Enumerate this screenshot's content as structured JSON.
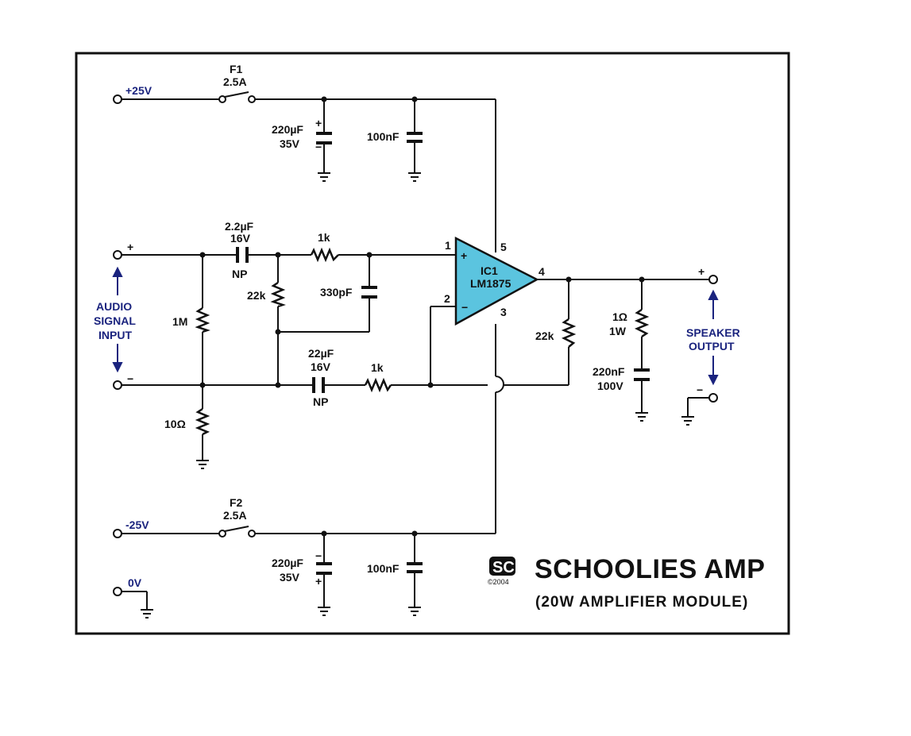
{
  "supply": {
    "pos_label": "+25V",
    "neg_label": "-25V",
    "zero_label": "0V"
  },
  "fuses": [
    {
      "name": "F1",
      "rating": "2.5A"
    },
    {
      "name": "F2",
      "rating": "2.5A"
    }
  ],
  "caps": {
    "c_pos_elec": {
      "value": "220µF",
      "voltage": "35V"
    },
    "c_pos_film": {
      "value": "100nF"
    },
    "c_neg_elec": {
      "value": "220µF",
      "voltage": "35V"
    },
    "c_neg_film": {
      "value": "100nF"
    },
    "c_in": {
      "value": "2.2µF",
      "voltage": "16V",
      "type": "NP"
    },
    "c_fb": {
      "value": "22µF",
      "voltage": "16V",
      "type": "NP"
    },
    "c_330": {
      "value": "330pF"
    },
    "c_zobel": {
      "value": "220nF",
      "voltage": "100V"
    }
  },
  "resistors": {
    "r_in_series": "1k",
    "r_in_shunt": "22k",
    "r_1m": "1M",
    "r_10": "10Ω",
    "r_fb_series": "1k",
    "r_fb": "22k",
    "r_zobel_value": "1Ω",
    "r_zobel_power": "1W"
  },
  "ic": {
    "ref": "IC1",
    "part": "LM1875",
    "pins": {
      "p1": "1",
      "p2": "2",
      "p3": "3",
      "p4": "4",
      "p5": "5"
    },
    "plus_sign": "+",
    "minus_sign": "−"
  },
  "input": {
    "label_lines": [
      "AUDIO",
      "SIGNAL",
      "INPUT"
    ],
    "plus": "+",
    "minus": "−"
  },
  "output": {
    "label_lines": [
      "SPEAKER",
      "OUTPUT"
    ],
    "plus": "+",
    "minus": "−"
  },
  "branding": {
    "logo_letters": "SC",
    "logo_year": "©2004",
    "title": "SCHOOLIES AMP",
    "subtitle": "(20W AMPLIFIER MODULE)"
  },
  "colors": {
    "ic_fill": "#5bc4df",
    "label_blue": "#1a237e",
    "wire": "#111111"
  }
}
